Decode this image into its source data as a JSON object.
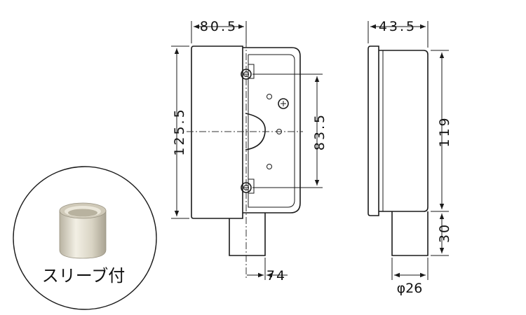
{
  "front_view": {
    "width_label": "80.5",
    "height_label": "125.5",
    "pitch_label": "83.5",
    "bottom_label": "74"
  },
  "side_view": {
    "depth_label": "43.5",
    "height_label": "119",
    "sleeve_length_label": "30",
    "diameter_label": "φ26"
  },
  "inset": {
    "caption": "スリーブ付"
  },
  "colors": {
    "line": "#1a1a1a",
    "sleeve_body": "#d9d4c4",
    "sleeve_shadow": "#a9a392",
    "sleeve_highlight": "#f2efe4"
  }
}
